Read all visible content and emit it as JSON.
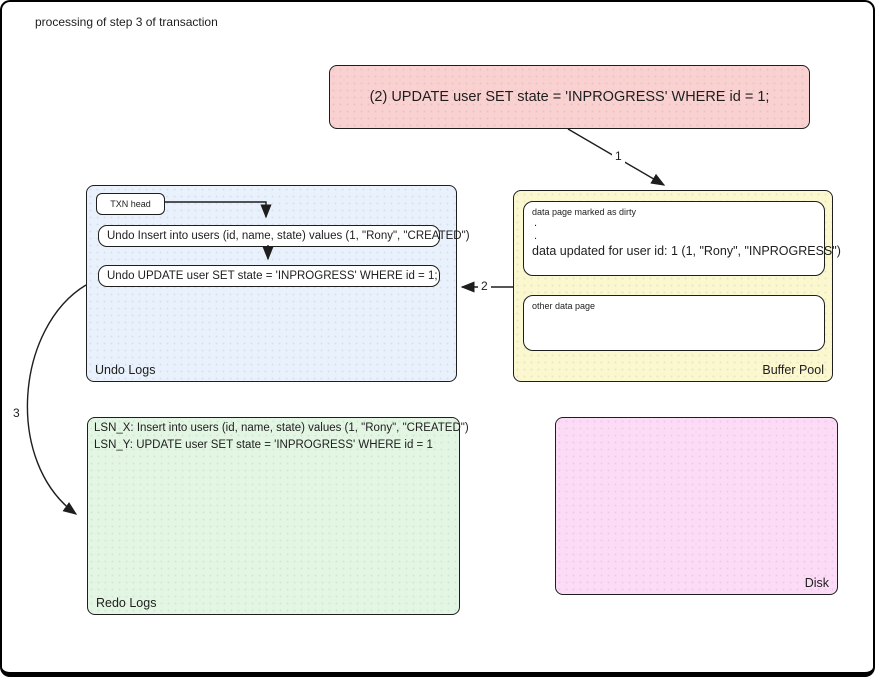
{
  "title": "processing of step 3 of transaction",
  "statement": {
    "text": "(2) UPDATE user SET state = 'INPROGRESS' WHERE id = 1;"
  },
  "arrows": {
    "step1_label": "1",
    "step2_label": "2",
    "step3_label": "3"
  },
  "undo_logs": {
    "label": "Undo Logs",
    "txn_head": "TXN head",
    "entries": [
      "Undo Insert into users (id, name, state) values (1, \"Rony\", \"CREATED\")",
      "Undo UPDATE user SET state = 'INPROGRESS' WHERE id = 1;"
    ]
  },
  "buffer_pool": {
    "label": "Buffer Pool",
    "dirty_page": {
      "header": "data page marked as dirty",
      "dot1": ".",
      "dot2": ".",
      "updated": "data updated for user id: 1 (1, \"Rony\", \"INPROGRESS\")"
    },
    "other_page": "other data page"
  },
  "redo_logs": {
    "label": "Redo Logs",
    "entries": [
      "LSN_X: Insert into users (id, name, state) values (1, \"Rony\", \"CREATED\")",
      "LSN_Y: UPDATE user SET state = 'INPROGRESS' WHERE id = 1"
    ]
  },
  "disk": {
    "label": "Disk"
  },
  "colors": {
    "statement_bg": "#fad1d1",
    "undo_bg": "#e9f2fc",
    "buffer_bg": "#fbf8cf",
    "redo_bg": "#e3f6e3",
    "disk_bg": "#fcdbf7",
    "stroke": "#1e1e1e"
  }
}
